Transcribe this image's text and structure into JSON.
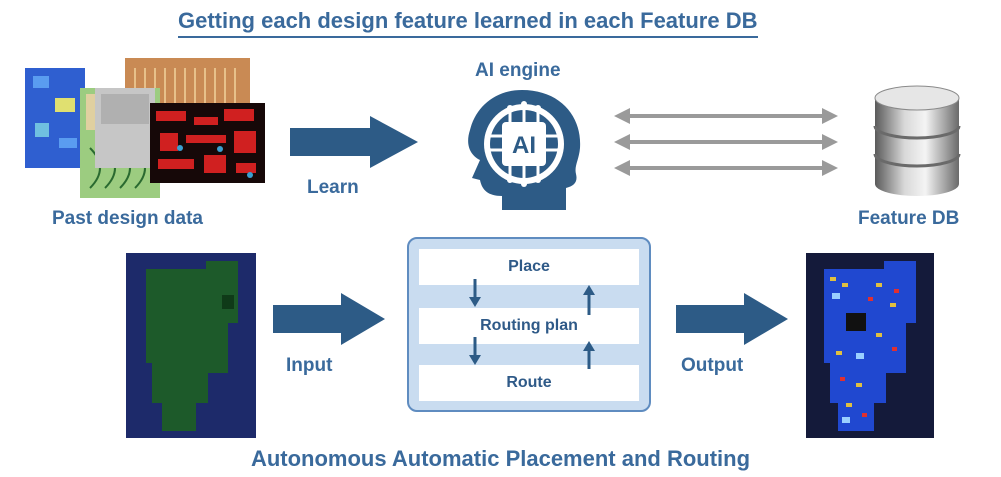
{
  "title_top": "Getting each design feature learned in each Feature DB",
  "title_bottom": "Autonomous Automatic Placement and Routing",
  "labels": {
    "past_design_data": "Past design data",
    "learn": "Learn",
    "ai_engine": "AI engine",
    "ai_badge": "AI",
    "feature_db": "Feature DB",
    "input": "Input",
    "output": "Output"
  },
  "process": {
    "steps": [
      "Place",
      "Routing plan",
      "Route"
    ]
  },
  "colors": {
    "brand_blue": "#2f5a88",
    "arrow_blue": "#2d5b86",
    "panel_fill": "#c9dcf0",
    "pcb_green": "#1d5a2a",
    "pcb_blue": "#1f4fcf",
    "grey_arrow": "#9a9a9a"
  },
  "icons": [
    "ai-head-icon",
    "database-icon"
  ]
}
